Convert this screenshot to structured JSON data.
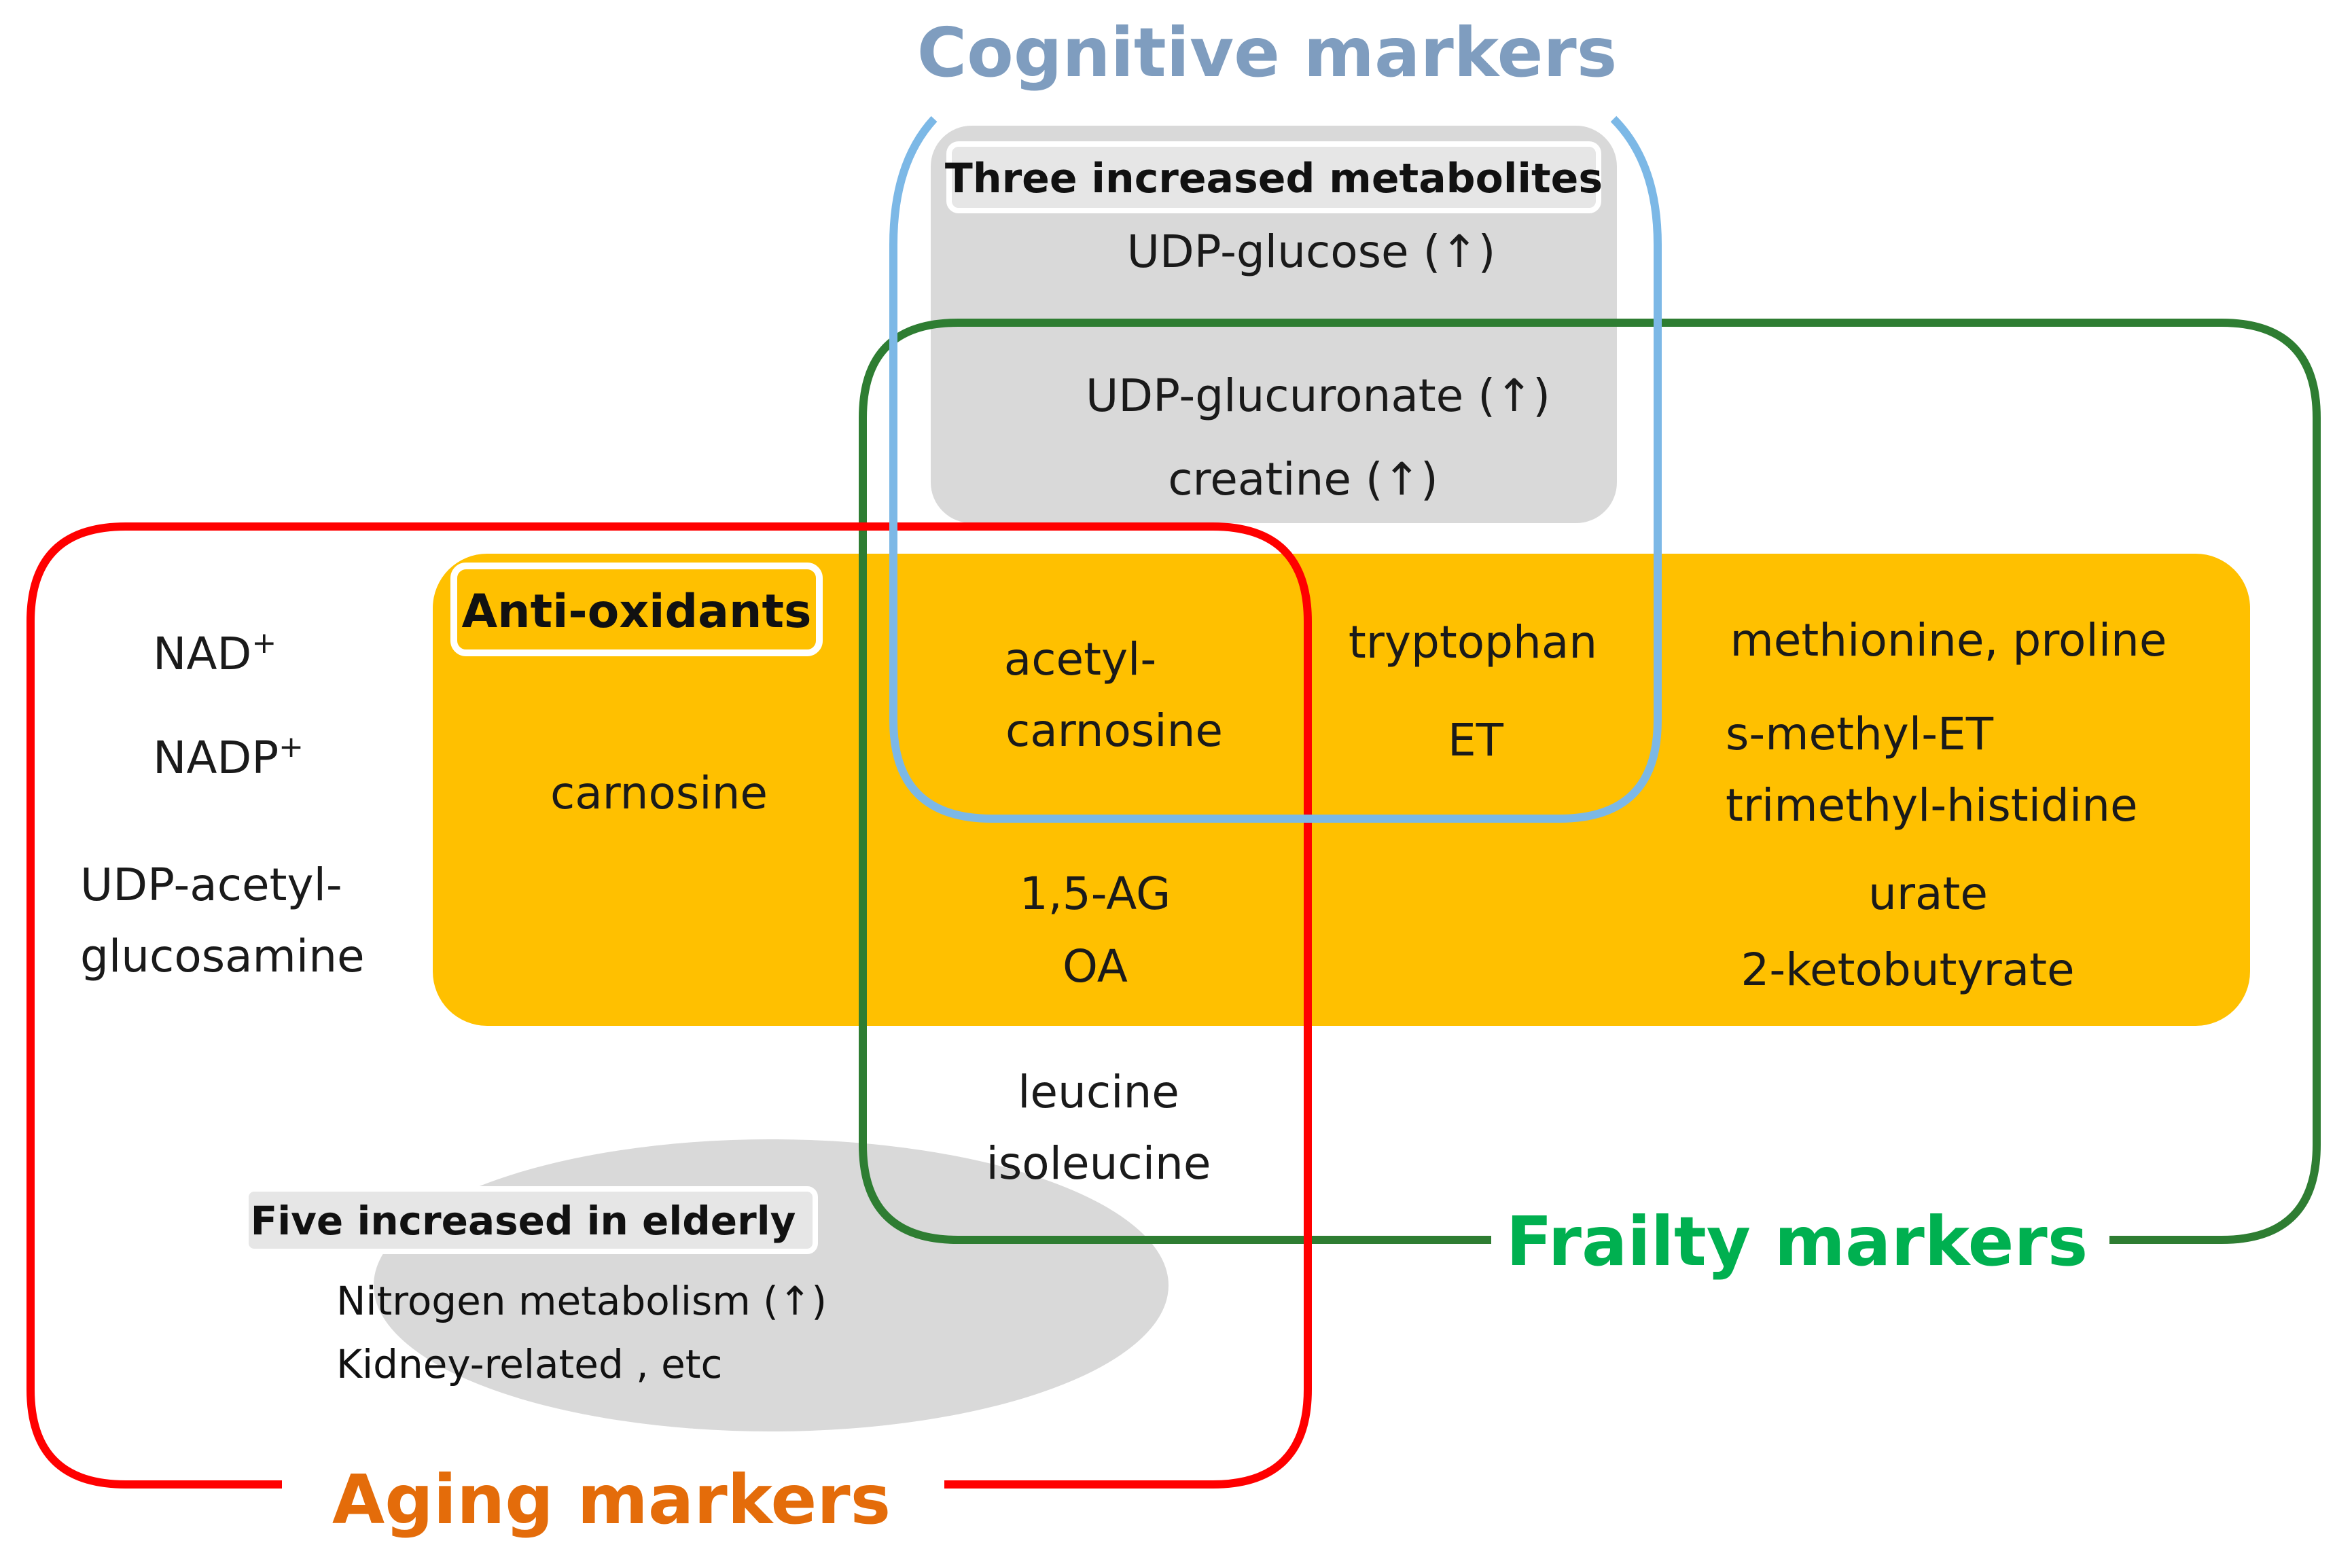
{
  "colors": {
    "cognitive_title": "#7f9dbf",
    "cognitive_border": "#7cb8e6",
    "frailty_title": "#00b050",
    "frailty_border": "#2e7d32",
    "aging_title": "#e46c0a",
    "aging_border": "#ff0000",
    "antioxidant_fill": "#ffc000",
    "gray_fill": "#d9d9d9"
  },
  "titles": {
    "cognitive": "Cognitive markers",
    "frailty": "Frailty markers",
    "aging": "Aging markers"
  },
  "cognitive_box": {
    "label": "Three increased metabolites",
    "items": [
      "UDP-glucose (↑)",
      "UDP-glucuronate (↑)",
      "creatine (↑)"
    ]
  },
  "antioxidants": {
    "label": "Anti-oxidants",
    "carnosine": "carnosine",
    "acetyl_carnosine": [
      "acetyl-",
      "carnosine"
    ],
    "tryptophan": "tryptophan",
    "et": "ET",
    "ag_oa": [
      "1,5-AG",
      "OA"
    ],
    "frailty_only": [
      "methionine, proline",
      "s-methyl-ET",
      "trimethyl-histidine",
      "urate",
      "2-ketobutyrate"
    ]
  },
  "aging_only": {
    "items": [
      "NAD",
      "NADP",
      "UDP-acetyl-",
      "glucosamine"
    ],
    "superscript": "+"
  },
  "aging_frailty": {
    "items": [
      "leucine",
      "isoleucine"
    ]
  },
  "elderly_ellipse": {
    "label": "Five increased in elderly",
    "items": [
      "Nitrogen metabolism (↑)",
      "Kidney-related , etc"
    ]
  }
}
